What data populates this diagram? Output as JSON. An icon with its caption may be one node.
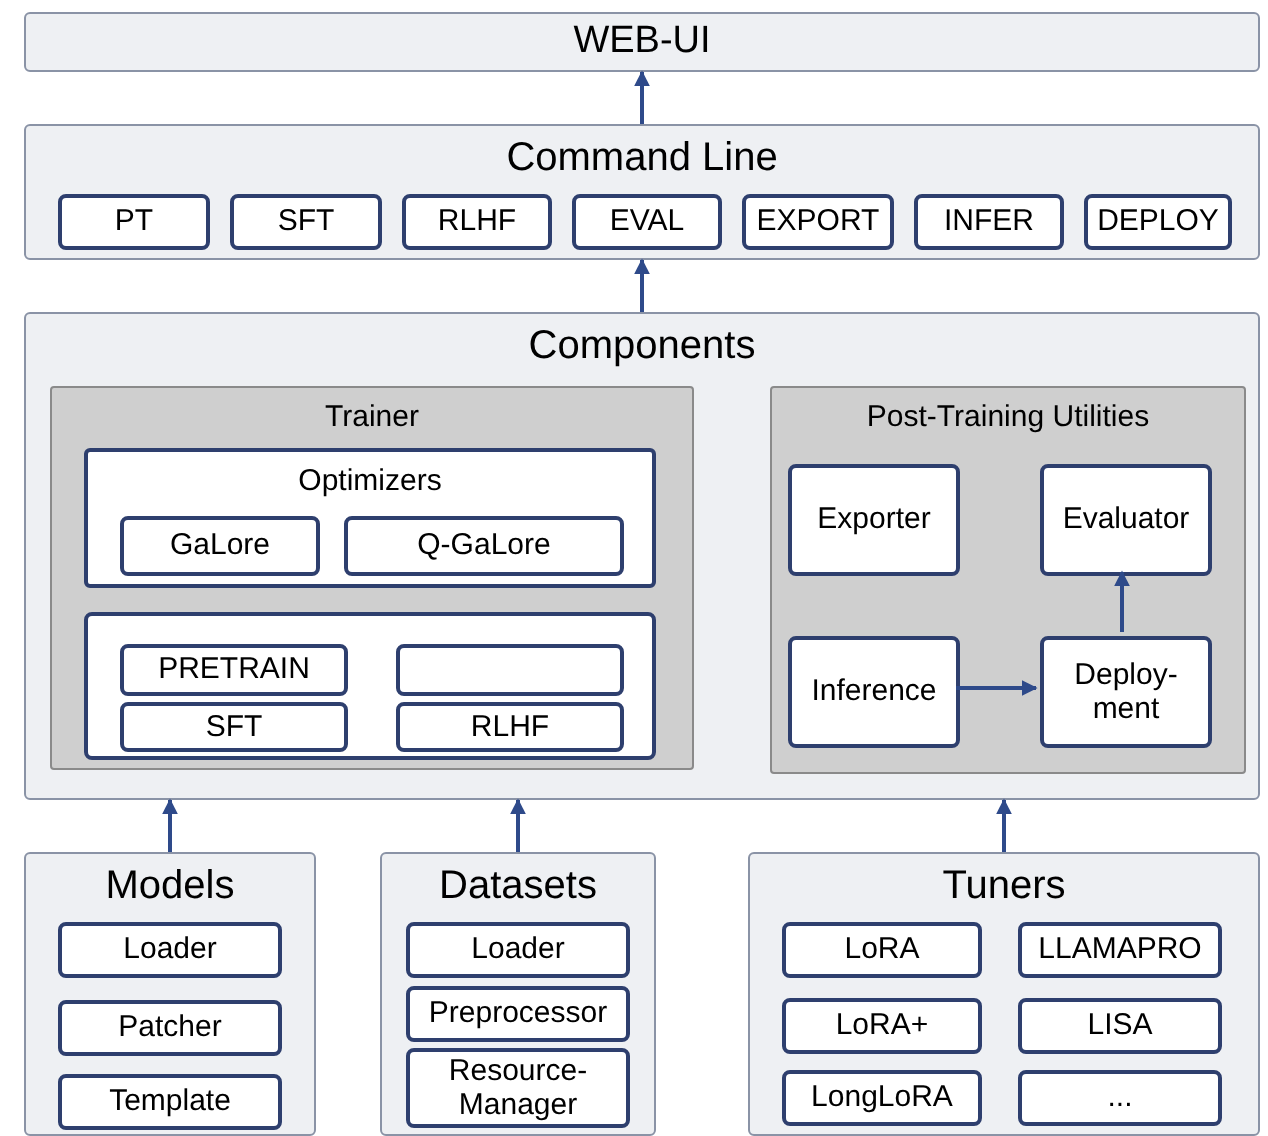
{
  "diagram": {
    "nodes": [
      {
        "text": [
          "WEB-UI"
        ]
      },
      {
        "text": [
          "Command Line"
        ]
      },
      {
        "text": [
          "PT"
        ],
        "in": 1
      },
      {
        "text": [
          "SFT"
        ],
        "in": 1
      },
      {
        "text": [
          "RLHF"
        ],
        "in": 1
      },
      {
        "text": [
          "EVAL"
        ],
        "in": 1
      },
      {
        "text": [
          "EXPORT"
        ],
        "in": 1
      },
      {
        "text": [
          "INFER"
        ],
        "in": 1
      },
      {
        "text": [
          "DEPLOY"
        ],
        "in": 1
      },
      {
        "text": [
          "Components"
        ]
      },
      {
        "text": [
          "Trainer"
        ],
        "in": 9
      },
      {
        "text": [
          "Optimizers"
        ],
        "in": 10
      },
      {
        "text": [
          "GaLore"
        ],
        "in": 11
      },
      {
        "text": [
          "Q-GaLore"
        ],
        "in": 11
      },
      {
        "text": [],
        "shape": "box",
        "in": 10
      },
      {
        "text": [
          "PRETRAIN"
        ],
        "in": 14
      },
      {
        "text": [],
        "shape": "box",
        "in": 14
      },
      {
        "text": [
          "SFT"
        ],
        "in": 14
      },
      {
        "text": [
          "RLHF"
        ],
        "in": 14
      },
      {
        "text": [
          "Post-Training Utilities"
        ],
        "in": 9
      },
      {
        "text": [
          "Exporter"
        ],
        "in": 19
      },
      {
        "text": [
          "Evaluator"
        ],
        "in": 19
      },
      {
        "text": [
          "Inference"
        ],
        "in": 19
      },
      {
        "text": [
          "Deploy- ment"
        ],
        "in": 19
      },
      {
        "text": [
          "Models"
        ]
      },
      {
        "text": [
          "Loader"
        ],
        "in": 24
      },
      {
        "text": [
          "Patcher"
        ],
        "in": 24
      },
      {
        "text": [
          "Template"
        ],
        "in": 24
      },
      {
        "text": [
          "Datasets"
        ]
      },
      {
        "text": [
          "Loader"
        ],
        "in": 28
      },
      {
        "text": [
          "Preprocessor"
        ],
        "in": 28
      },
      {
        "text": [
          "Resource- Manager"
        ],
        "in": 28
      },
      {
        "text": [
          "Tuners"
        ]
      },
      {
        "text": [
          "LoRA"
        ],
        "in": 32
      },
      {
        "text": [
          "LLAMAPRO"
        ],
        "in": 32
      },
      {
        "text": [
          "LoRA+"
        ],
        "in": 32
      },
      {
        "text": [
          "LISA"
        ],
        "in": 32
      },
      {
        "text": [
          "LongLoRA"
        ],
        "in": 32
      },
      {
        "text": [
          "..."
        ],
        "in": 32
      }
    ],
    "edges": [
      {
        "from": 1,
        "to": 0,
        "arrow": "to"
      },
      {
        "from": 9,
        "to": 1,
        "arrow": "to"
      },
      {
        "from": 22,
        "to": 23,
        "arrow": "to"
      },
      {
        "from": 23,
        "to": 21,
        "arrow": "to"
      },
      {
        "from": 24,
        "to": 9,
        "arrow": "to"
      },
      {
        "from": 28,
        "to": 9,
        "arrow": "to"
      },
      {
        "from": 32,
        "to": 9,
        "arrow": "to"
      }
    ]
  }
}
